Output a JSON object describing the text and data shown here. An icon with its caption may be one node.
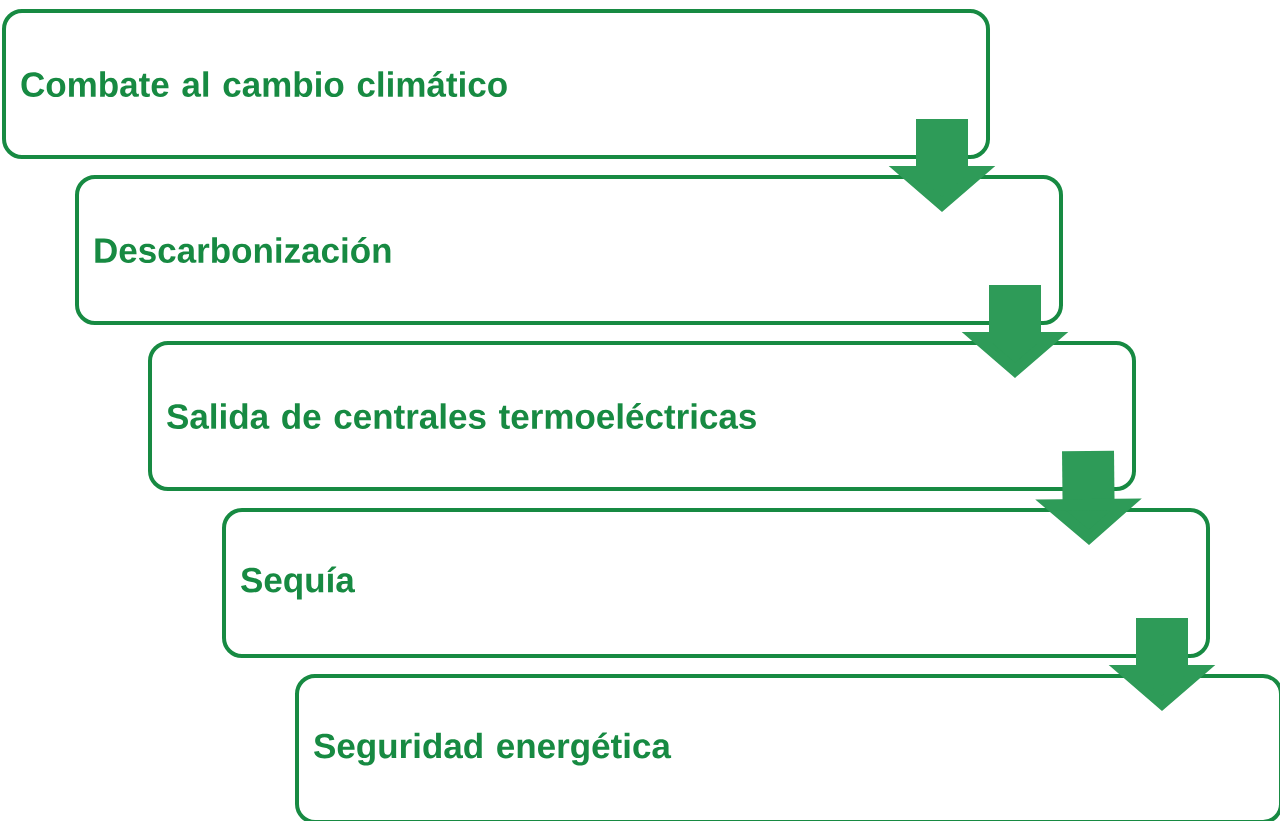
{
  "diagram": {
    "nodes": [
      {
        "text": [
          "Combate al cambio climático"
        ]
      },
      {
        "text": [
          "Descarbonización"
        ]
      },
      {
        "text": [
          "Salida de centrales termoeléctricas"
        ]
      },
      {
        "text": [
          "Sequía"
        ]
      },
      {
        "text": [
          "Seguridad energética"
        ]
      }
    ],
    "edges": [
      {
        "from": 0,
        "to": 1,
        "arrow": "to"
      },
      {
        "from": 1,
        "to": 2,
        "arrow": "to"
      },
      {
        "from": 2,
        "to": 3,
        "arrow": "to"
      },
      {
        "from": 3,
        "to": 4,
        "arrow": "to"
      }
    ]
  }
}
